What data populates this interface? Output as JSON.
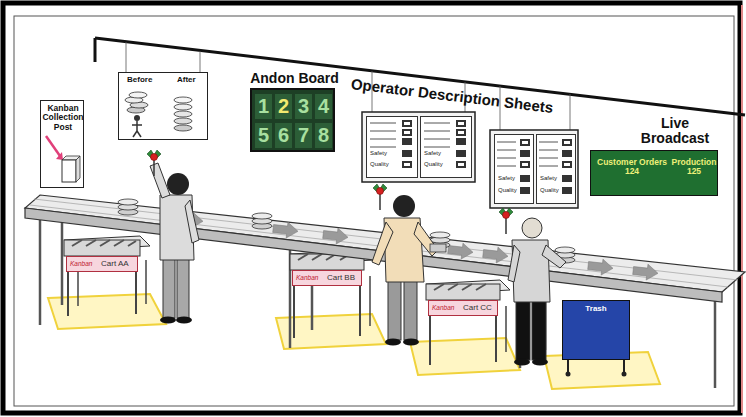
{
  "diagram": {
    "nodes": [
      {
        "text": [
          "Kanban Collection Post"
        ]
      },
      {
        "text": [
          "Before",
          "After"
        ]
      },
      {
        "text": [
          "Andon Board"
        ]
      },
      {
        "text": [
          "1"
        ],
        "in": 2
      },
      {
        "text": [
          "2"
        ],
        "in": 2
      },
      {
        "text": [
          "3"
        ],
        "in": 2
      },
      {
        "text": [
          "4"
        ],
        "in": 2
      },
      {
        "text": [
          "5"
        ],
        "in": 2
      },
      {
        "text": [
          "6"
        ],
        "in": 2
      },
      {
        "text": [
          "7"
        ],
        "in": 2
      },
      {
        "text": [
          "8"
        ],
        "in": 2
      },
      {
        "text": [
          "Safety",
          "Quality"
        ]
      },
      {
        "text": [
          "Safety",
          "Quality"
        ]
      },
      {
        "text": [
          "Safety",
          "Quality"
        ]
      },
      {
        "text": [
          "Safety",
          "Quality"
        ]
      },
      {
        "text": [
          "Live Broadcast",
          "Customer Orders 124",
          "Production 125"
        ]
      },
      {
        "text": [
          "Kanban",
          "Cart AA"
        ]
      },
      {
        "text": [
          "Kanban",
          "Cart BB"
        ]
      },
      {
        "text": [
          "Kanban",
          "Cart CC"
        ]
      },
      {
        "text": [
          "Trash"
        ]
      }
    ],
    "labels": [
      "Operator Description Sheets"
    ]
  }
}
